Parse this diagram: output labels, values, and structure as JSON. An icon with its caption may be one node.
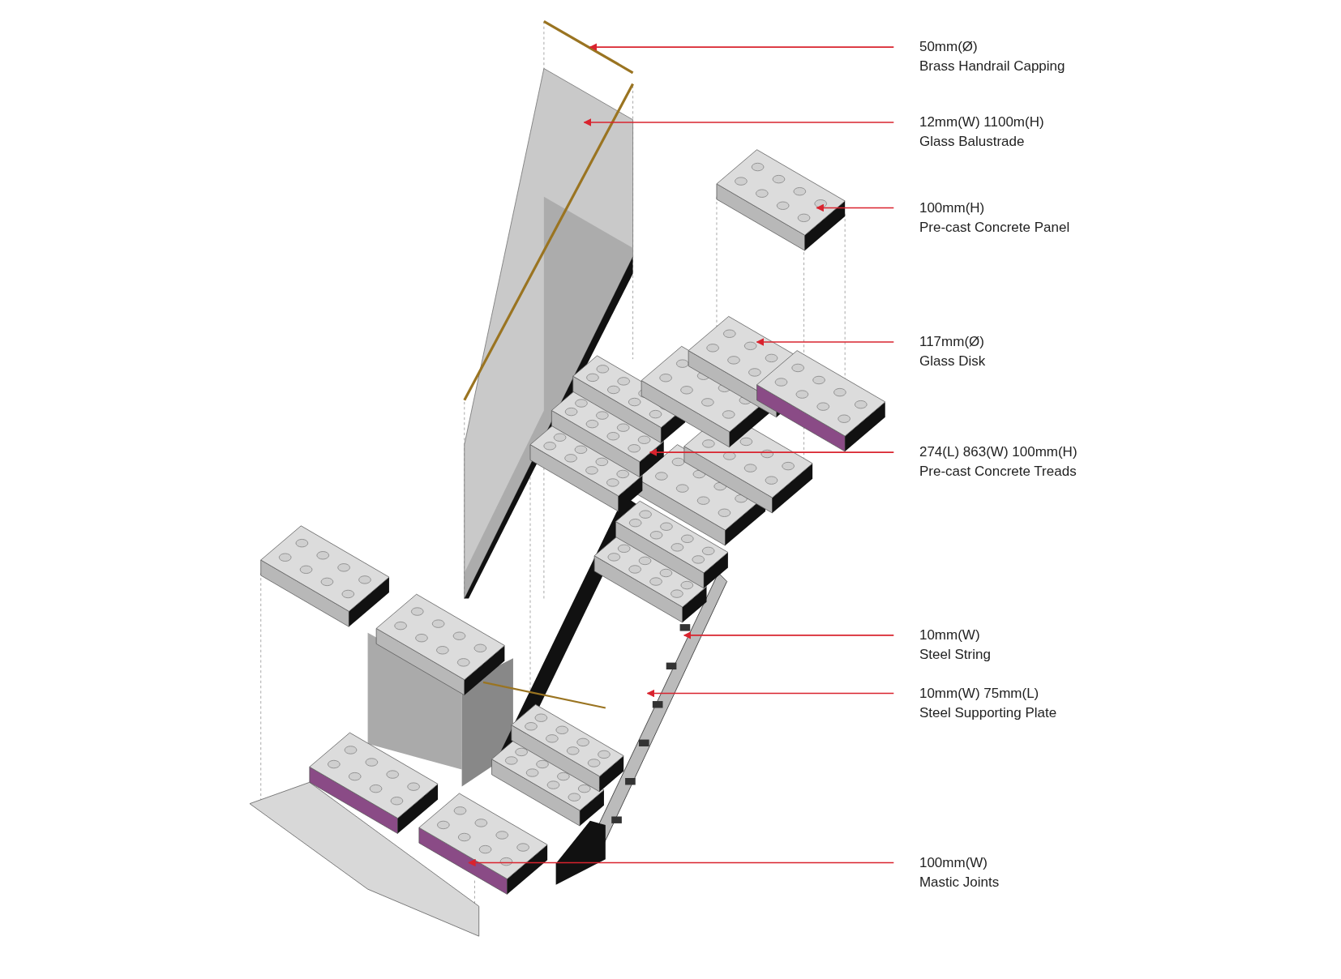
{
  "diagram": {
    "nodes": [
      {
        "text": [
          "50mm(Ø)",
          "Brass Handrail Capping"
        ]
      },
      {
        "text": [
          "12mm(W) 1100m(H)",
          "Glass Balustrade"
        ]
      },
      {
        "text": [
          "100mm(H)",
          "Pre-cast Concrete Panel"
        ]
      },
      {
        "text": [
          "117mm(Ø)",
          "Glass Disk"
        ]
      },
      {
        "text": [
          "274(L) 863(W) 100mm(H)",
          "Pre-cast Concrete Treads"
        ]
      },
      {
        "text": [
          "10mm(W)",
          "Steel String"
        ]
      },
      {
        "text": [
          "10mm(W) 75mm(L)",
          "Steel Supporting Plate"
        ]
      },
      {
        "text": [
          "100mm(W)",
          "Mastic Joints"
        ]
      }
    ],
    "edges": [
      {
        "from": 0,
        "to": null,
        "arrow": "to"
      },
      {
        "from": 1,
        "to": null,
        "arrow": "to"
      },
      {
        "from": 2,
        "to": null,
        "arrow": "to"
      },
      {
        "from": 3,
        "to": null,
        "arrow": "to"
      },
      {
        "from": 4,
        "to": null,
        "arrow": "to"
      },
      {
        "from": 5,
        "to": null,
        "arrow": "to"
      },
      {
        "from": 6,
        "to": null,
        "arrow": "to"
      },
      {
        "from": 7,
        "to": null,
        "arrow": "to"
      }
    ]
  }
}
